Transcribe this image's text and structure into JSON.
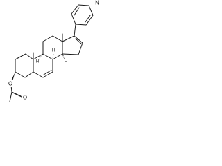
{
  "molecule": {
    "atom_labels": {
      "pyridine_n": "N",
      "ester_o": "O",
      "carbonyl_o": "O",
      "h_c8": "H",
      "h_c9": "H",
      "h_c14": "H"
    },
    "colors": {
      "bond": "#1a1a1a",
      "background": "#ffffff"
    }
  }
}
